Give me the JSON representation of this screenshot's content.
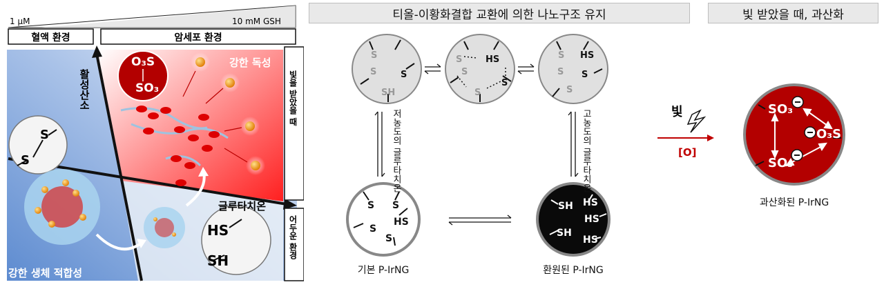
{
  "left_panel": {
    "scale_low": "1 μM",
    "scale_high": "10 mM  GSH",
    "blood_env": "혈액 환경",
    "cancer_env": "암세포 환경",
    "ros_axis": "활성산소",
    "strong_toxicity": "강한 독성",
    "light_on_env": "빛을 받았을 때",
    "dark_env": "어두운 환경",
    "gsh_axis": "글루타치온",
    "biocompat": "강한 생체 적합성",
    "s_top": "S",
    "s_bottom": "S",
    "o3s": "O₃S",
    "so3": "SO₃",
    "hs": "HS",
    "sh": "SH"
  },
  "middle_panel": {
    "header": "티올-이황화결합 교환에 의한 나노구조 유지",
    "low_gsh": "저농도의 글루타치온",
    "high_gsh": "고농도의 글루타치온",
    "caption_basic": "기본 P-IrNG",
    "caption_reduced": "환원된 P-IrNG",
    "labels": {
      "s": "S",
      "sh": "SH",
      "hs": "HS"
    }
  },
  "right_panel": {
    "header": "빛 받았을 때, 과산화",
    "light_label": "빛",
    "oxidant": "[O]",
    "caption": "과산화된 P-IrNG",
    "so3": "SO₃",
    "o3s": "O₃S",
    "minus": "−"
  },
  "colors": {
    "dark_red": "#b30000",
    "red": "#e8281e",
    "blue": "#7ea4d8",
    "gray_sphere": "#e0e0e0"
  }
}
